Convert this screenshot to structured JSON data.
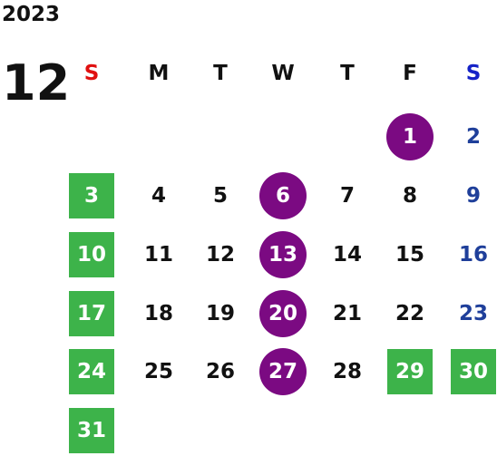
{
  "calendar": {
    "year": "2023",
    "month": "12",
    "weekdays": [
      {
        "label": "S",
        "color": "#e01010"
      },
      {
        "label": "M",
        "color": "#111111"
      },
      {
        "label": "T",
        "color": "#111111"
      },
      {
        "label": "W",
        "color": "#111111"
      },
      {
        "label": "T",
        "color": "#111111"
      },
      {
        "label": "F",
        "color": "#111111"
      },
      {
        "label": "S",
        "color": "#1523c7"
      }
    ],
    "weeks": [
      [
        {
          "day": "",
          "style": "empty"
        },
        {
          "day": "",
          "style": "empty"
        },
        {
          "day": "",
          "style": "empty"
        },
        {
          "day": "",
          "style": "empty"
        },
        {
          "day": "",
          "style": "empty"
        },
        {
          "day": "1",
          "style": "purple"
        },
        {
          "day": "2",
          "style": "blue"
        }
      ],
      [
        {
          "day": "3",
          "style": "green"
        },
        {
          "day": "4",
          "style": "plain"
        },
        {
          "day": "5",
          "style": "plain"
        },
        {
          "day": "6",
          "style": "purple"
        },
        {
          "day": "7",
          "style": "plain"
        },
        {
          "day": "8",
          "style": "plain"
        },
        {
          "day": "9",
          "style": "blue"
        }
      ],
      [
        {
          "day": "10",
          "style": "green"
        },
        {
          "day": "11",
          "style": "plain"
        },
        {
          "day": "12",
          "style": "plain"
        },
        {
          "day": "13",
          "style": "purple"
        },
        {
          "day": "14",
          "style": "plain"
        },
        {
          "day": "15",
          "style": "plain"
        },
        {
          "day": "16",
          "style": "blue"
        }
      ],
      [
        {
          "day": "17",
          "style": "green"
        },
        {
          "day": "18",
          "style": "plain"
        },
        {
          "day": "19",
          "style": "plain"
        },
        {
          "day": "20",
          "style": "purple"
        },
        {
          "day": "21",
          "style": "plain"
        },
        {
          "day": "22",
          "style": "plain"
        },
        {
          "day": "23",
          "style": "blue"
        }
      ],
      [
        {
          "day": "24",
          "style": "green"
        },
        {
          "day": "25",
          "style": "plain"
        },
        {
          "day": "26",
          "style": "plain"
        },
        {
          "day": "27",
          "style": "purple"
        },
        {
          "day": "28",
          "style": "plain"
        },
        {
          "day": "29",
          "style": "green"
        },
        {
          "day": "30",
          "style": "green"
        }
      ],
      [
        {
          "day": "31",
          "style": "green"
        },
        {
          "day": "",
          "style": "empty"
        },
        {
          "day": "",
          "style": "empty"
        },
        {
          "day": "",
          "style": "empty"
        },
        {
          "day": "",
          "style": "empty"
        },
        {
          "day": "",
          "style": "empty"
        },
        {
          "day": "",
          "style": "empty"
        }
      ]
    ],
    "colors": {
      "green": "#3db34a",
      "purple": "#7b0a82",
      "saturday_text": "#1f3f9a",
      "sunday_header": "#e01010",
      "saturday_header": "#1523c7"
    }
  }
}
